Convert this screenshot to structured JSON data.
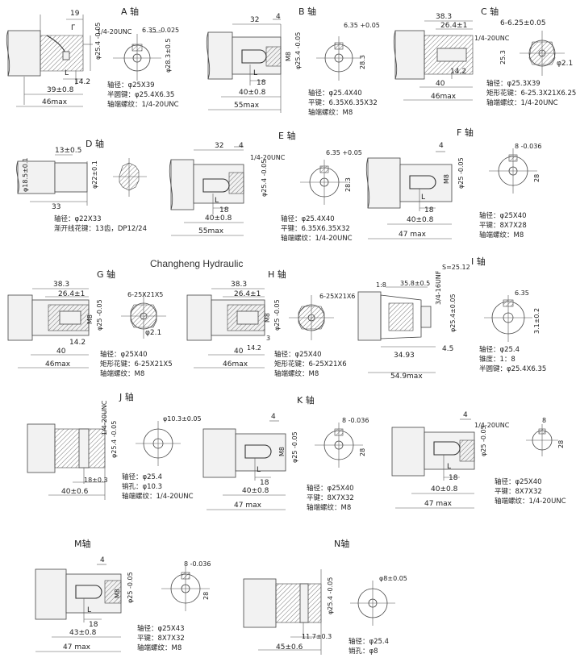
{
  "brand": "Changheng Hydraulic",
  "shafts": [
    {
      "id": "A",
      "title": "A 轴",
      "dims": [
        "19",
        "1/4-20UNC",
        "39±0.8",
        "46max",
        "14.2",
        "L",
        "Γ",
        "φ25.4 -0.05",
        "φ28.3±0.5",
        "6.35 -0.025"
      ],
      "specs": [
        "轴径：φ25X39",
        "半圆键：φ25.4X6.35",
        "轴端螺纹：1/4-20UNC"
      ]
    },
    {
      "id": "B",
      "title": "B 轴",
      "dims": [
        "32",
        "4",
        "40±0.8",
        "55max",
        "18",
        "L",
        "M8",
        "φ25.4 -0.05",
        "6.35 +0.05",
        "28.3"
      ],
      "specs": [
        "轴径：φ25.4X40",
        "平键：6.35X6.35X32",
        "轴端螺纹：M8"
      ]
    },
    {
      "id": "C",
      "title": "C 轴",
      "dims": [
        "38.3",
        "26.4±1",
        "1/4-20UNC",
        "40",
        "46max",
        "14.2",
        "6-6.25±0.05",
        "φ2.1",
        "25.3"
      ],
      "specs": [
        "轴径：φ25.3X39",
        "矩形花键：6-25.3X21X6.25",
        "轴端螺纹：1/4-20UNC"
      ]
    },
    {
      "id": "D",
      "title": "D 轴",
      "dims": [
        "13±0.5",
        "33",
        "φ18.5±0.1",
        "φ22±0.1"
      ],
      "specs": [
        "轴径：φ22X33",
        "渐开线花键：13齿，DP12/24"
      ]
    },
    {
      "id": "E",
      "title": "E 轴",
      "dims": [
        "32",
        "4",
        "1/4-20UNC",
        "40±0.8",
        "55max",
        "18",
        "L",
        "φ25.4 -0.05",
        "6.35 +0.05",
        "28.3"
      ],
      "specs": [
        "轴径：φ25.4X40",
        "平键：6.35X6.35X32",
        "轴端螺纹：1/4-20UNC"
      ]
    },
    {
      "id": "F",
      "title": "F 轴",
      "dims": [
        "4",
        "40±0.8",
        "47 max",
        "18",
        "L",
        "M8",
        "φ25 -0.05",
        "8 -0.036",
        "28"
      ],
      "specs": [
        "轴径：φ25X40",
        "平键：8X7X28",
        "轴端螺纹：M8"
      ]
    },
    {
      "id": "G",
      "title": "G 轴",
      "dims": [
        "38.3",
        "26.4±1",
        "6-25X21X5",
        "40",
        "46max",
        "14.2",
        "φ2.1",
        "M8",
        "φ25 -0.05"
      ],
      "specs": [
        "轴径：φ25X40",
        "矩形花键：6-25X21X5",
        "轴端螺纹：M8"
      ]
    },
    {
      "id": "H",
      "title": "H 轴",
      "dims": [
        "38.3",
        "26.4±1",
        "6-25X21X6",
        "40",
        "46max",
        "14.2",
        "3",
        "M8",
        "φ25 -0.05"
      ],
      "specs": [
        "轴径：φ25X40",
        "矩形花键：6-25X21X6",
        "轴端螺纹：M8"
      ]
    },
    {
      "id": "I",
      "title": "I 轴",
      "dims": [
        "S=25.12",
        "1:8",
        "35.8±0.5",
        "3/4-16UNF",
        "34.93",
        "4.5",
        "54.9max",
        "φ25.4±0.05",
        "6.35",
        "3.1±0.2"
      ],
      "specs": [
        "轴径：φ25.4",
        "锥度：1：8",
        "半圆键：φ25.4X6.35"
      ]
    },
    {
      "id": "J",
      "title": "J 轴",
      "dims": [
        "1/4-20UNC",
        "φ10.3±0.05",
        "18±0.3",
        "40±0.6",
        "φ25.4 -0.05"
      ],
      "specs": [
        "轴径：φ25.4",
        "销孔：φ10.3",
        "轴端螺纹：1/4-20UNC"
      ]
    },
    {
      "id": "K",
      "title": "K 轴",
      "dims": [
        "4",
        "40±0.8",
        "47 max",
        "18",
        "L",
        "M8",
        "φ25 -0.05",
        "8 -0.036",
        "28"
      ],
      "specs": [
        "轴径：φ25X40",
        "平键：8X7X32",
        "轴端螺纹：M8"
      ]
    },
    {
      "id": "L",
      "title": "",
      "dims": [
        "4",
        "1/4-20UNC",
        "40±0.8",
        "47 max",
        "18",
        "L",
        "φ25 -0.05",
        "8",
        "28"
      ],
      "specs": [
        "轴径：φ25X40",
        "平键：8X7X32",
        "轴端螺纹：1/4-20UNC"
      ]
    },
    {
      "id": "M",
      "title": "M轴",
      "dims": [
        "4",
        "43±0.8",
        "47 max",
        "18",
        "L",
        "M8",
        "φ25 -0.05",
        "8 -0.036",
        "28"
      ],
      "specs": [
        "轴径：φ25X43",
        "平键：8X7X32",
        "轴端螺纹：M8"
      ]
    },
    {
      "id": "N",
      "title": "N轴",
      "dims": [
        "φ8±0.05",
        "11.7±0.3",
        "45±0.6",
        "φ25.4 -0.05"
      ],
      "specs": [
        "轴径：φ25.4",
        "销孔：φ8"
      ]
    }
  ]
}
